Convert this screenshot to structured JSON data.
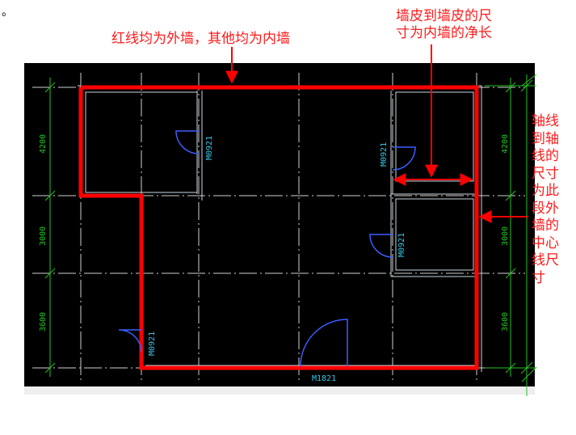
{
  "corner_mark": "。",
  "annotations": {
    "outer_walls_note": "红线均为外墙，其他均为内墙",
    "inner_net_note_line1": "墙皮到墙皮的尺",
    "inner_net_note_line2": "寸为内墙的净长",
    "axis_note_lines": [
      "轴线",
      "到轴",
      "线的",
      "尺寸",
      "为此",
      "段外",
      "墙的",
      "中心",
      "线尺",
      "寸"
    ]
  },
  "dimensions": {
    "left": [
      "4200",
      "3000",
      "3600"
    ],
    "right": [
      "4200",
      "3000",
      "3600"
    ]
  },
  "doors": {
    "d1": "M0921",
    "d2": "M0921",
    "d3": "M0921",
    "d4": "M0921",
    "d5": "M1821"
  },
  "colors": {
    "cad_background": "#000000",
    "outer_wall": "#ff0000",
    "inner_wall": "#c8d8e0",
    "axis_line": "#d0d0d0",
    "dimension": "#22c322",
    "door": "#3c5cff",
    "door_label": "#34c6e8",
    "annotation": "#ff1a1a"
  }
}
